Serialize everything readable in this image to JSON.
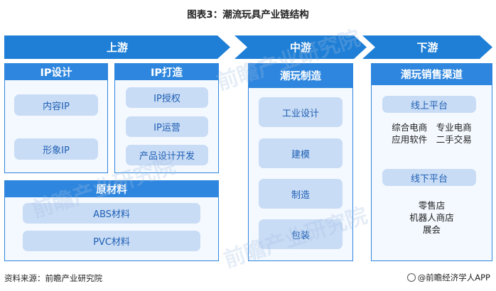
{
  "title": "图表3：潮流玩具产业链结构",
  "stages": {
    "upstream": "上游",
    "midstream": "中游",
    "downstream": "下游"
  },
  "upstream": {
    "ip_design": {
      "title": "IP设计",
      "items": [
        "内容IP",
        "形象IP"
      ]
    },
    "ip_build": {
      "title": "IP打造",
      "items": [
        "IP授权",
        "IP运营",
        "产品设计开发"
      ]
    },
    "materials": {
      "title": "原材料",
      "items": [
        "ABS材料",
        "PVC材料"
      ]
    }
  },
  "midstream": {
    "title": "潮玩制造",
    "items": [
      "工业设计",
      "建模",
      "制造",
      "包装"
    ]
  },
  "downstream": {
    "title": "潮玩销售渠道",
    "online": {
      "title": "线上平台",
      "lines": [
        "综合电商　专业电商",
        "应用软件　二手交易"
      ]
    },
    "offline": {
      "title": "线下平台",
      "lines": [
        "零售店",
        "机器人商店",
        "展会"
      ]
    }
  },
  "footer": {
    "source": "资料来源：前瞻产业研究院",
    "brand": "@前瞻经济学人APP"
  },
  "watermark": "前瞻产业研究院",
  "colors": {
    "primary": "#1f7fd6",
    "panel_bg": "#f4f9ff",
    "pill_bg": "#c9dcf5"
  }
}
